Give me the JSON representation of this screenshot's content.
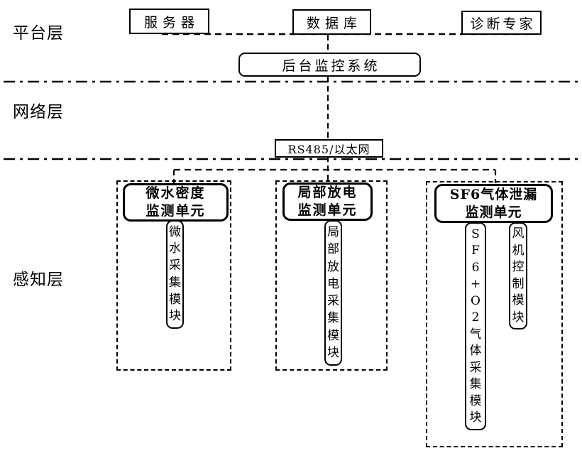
{
  "layers": {
    "platform_label": "平台层",
    "network_label": "网络层",
    "perception_label": "感知层"
  },
  "platform": {
    "server": "服务器",
    "database": "数据库",
    "expert": "诊断专家",
    "monitor_system": "后台监控系统"
  },
  "network": {
    "bus": "RS485/以太网"
  },
  "perception": {
    "units": [
      {
        "title_line1": "微水密度",
        "title_line2": "监测单元",
        "module1": "微水采集模块"
      },
      {
        "title_line1": "局部放电",
        "title_line2": "监测单元",
        "module1": "局部放电采集模块"
      },
      {
        "title_line1": "SF6气体泄漏",
        "title_line2": "监测单元",
        "module1": "SF6+O2气体采集模块",
        "module2": "风机控制模块"
      }
    ]
  },
  "colors": {
    "line": "#000000",
    "background": "#ffffff",
    "text": "#000000"
  }
}
